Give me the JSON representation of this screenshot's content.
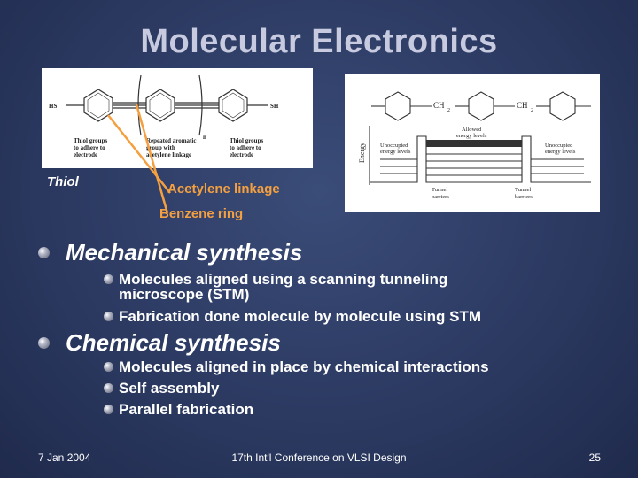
{
  "slide": {
    "title": "Molecular Electronics",
    "figure_labels": {
      "thiol": "Thiol",
      "acetylene": "Acetylene linkage",
      "benzene": "Benzene ring"
    },
    "left_figure": {
      "hs": "HS",
      "sh": "SH",
      "n": "n",
      "note_left": [
        "Thiol groups",
        "to adhere to",
        "electrode"
      ],
      "note_mid": [
        "Repeated aromatic",
        "group with",
        "acetylene linkage"
      ],
      "note_right": [
        "Thiol groups",
        "to adhere to",
        "electrode"
      ]
    },
    "right_figure": {
      "ch2_a": "CH",
      "ch2_b": "CH",
      "sub": "2",
      "energy": "Energy",
      "allowed": [
        "Allowed",
        "energy levels"
      ],
      "unoccupied_left": [
        "Unoccupied",
        "energy levels"
      ],
      "unoccupied_right": [
        "Unoccupied",
        "energy levels"
      ],
      "tunnel_left": [
        "Tunnel",
        "barriers"
      ],
      "tunnel_right": [
        "Tunnel",
        "barriers"
      ]
    },
    "bullets": [
      {
        "text": "Mechanical synthesis",
        "sub": [
          [
            "Molecules aligned using a scanning tunneling",
            "microscope (STM)"
          ],
          [
            "Fabrication done molecule by molecule using STM"
          ]
        ]
      },
      {
        "text": "Chemical synthesis",
        "sub": [
          [
            "Molecules aligned in place by chemical interactions"
          ],
          [
            "Self assembly"
          ],
          [
            "Parallel fabrication"
          ]
        ]
      }
    ],
    "footer": {
      "date": "7 Jan 2004",
      "conference": "17th Int'l Conference on VLSI Design",
      "page": "25"
    },
    "colors": {
      "background": "#2c3a62",
      "title": "#c8cbe0",
      "callout": "#f4a040"
    }
  }
}
